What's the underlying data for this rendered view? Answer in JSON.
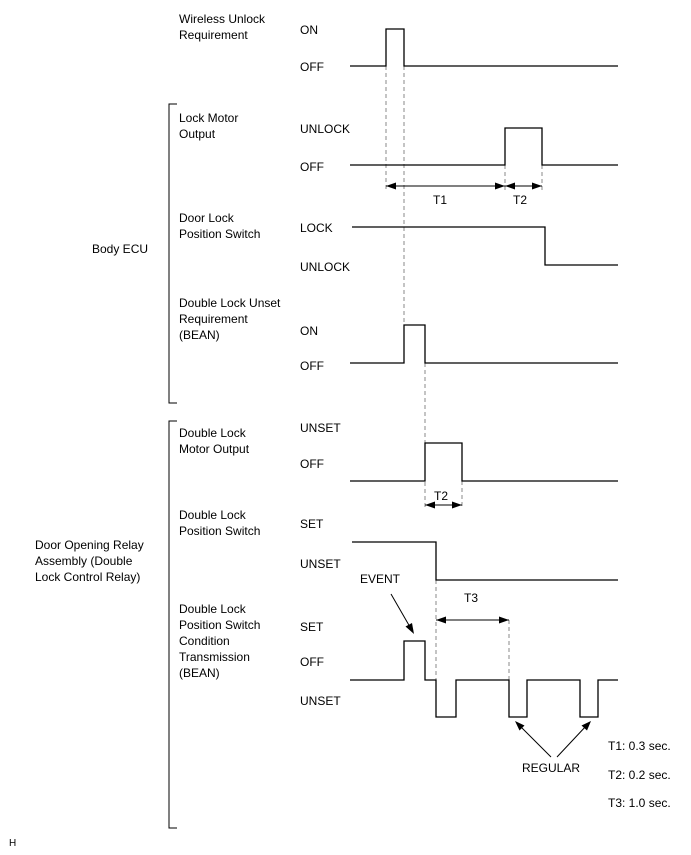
{
  "groups": {
    "body_ecu": "Body ECU",
    "relay": [
      "Door Opening Relay",
      "Assembly (Double",
      "Lock Control Relay)"
    ]
  },
  "signals": {
    "wireless_unlock": {
      "label": [
        "Wireless Unlock",
        "Requirement"
      ],
      "states": [
        "ON",
        "OFF"
      ]
    },
    "lock_motor": {
      "label": [
        "Lock Motor",
        "Output"
      ],
      "states": [
        "UNLOCK",
        "OFF"
      ]
    },
    "door_lock_switch": {
      "label": [
        "Door Lock",
        "Position Switch"
      ],
      "states": [
        "LOCK",
        "UNLOCK"
      ]
    },
    "double_lock_unset": {
      "label": [
        "Double Lock Unset",
        "Requirement",
        "(BEAN)"
      ],
      "states": [
        "ON",
        "OFF"
      ]
    },
    "double_lock_motor": {
      "label": [
        "Double Lock",
        "Motor Output"
      ],
      "states": [
        "UNSET",
        "OFF"
      ]
    },
    "double_lock_switch": {
      "label": [
        "Double Lock",
        "Position Switch"
      ],
      "states": [
        "SET",
        "UNSET"
      ]
    },
    "condition_tx": {
      "label": [
        "Double Lock",
        "Position Switch",
        "Condition",
        "Transmission",
        "(BEAN)"
      ],
      "states": [
        "SET",
        "OFF",
        "UNSET"
      ]
    }
  },
  "intervals": {
    "t1": "T1",
    "t2_a": "T2",
    "t2_b": "T2",
    "t3": "T3"
  },
  "annotations": {
    "event": "EVENT",
    "regular": "REGULAR"
  },
  "notes": [
    "T1: 0.3 sec.",
    "T2: 0.2 sec.",
    "T3: 1.0 sec."
  ],
  "footer": "H"
}
